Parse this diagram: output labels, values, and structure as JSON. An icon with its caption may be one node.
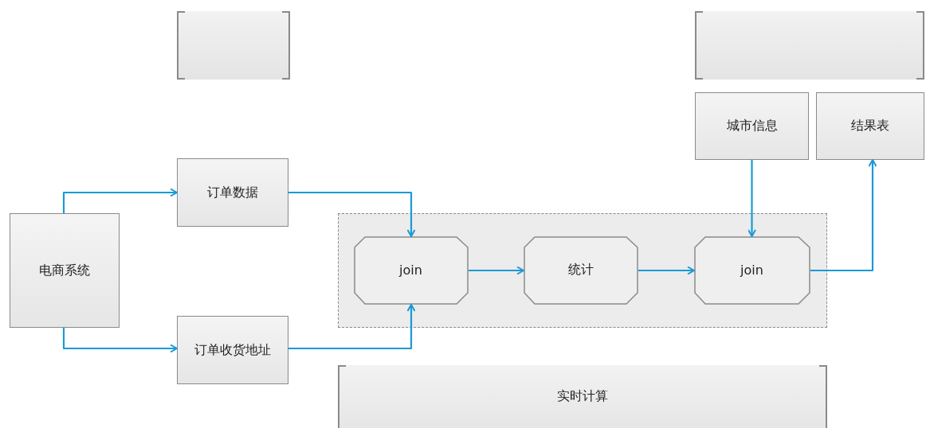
{
  "diagram": {
    "nodes": [
      {
        "text": [],
        "shape": "box"
      },
      {
        "text": [],
        "shape": "box"
      },
      {
        "text": [
          "城市信息"
        ]
      },
      {
        "text": [
          "结果表"
        ]
      },
      {
        "text": [
          "订单数据"
        ]
      },
      {
        "text": [
          "电商系统"
        ]
      },
      {
        "text": [],
        "shape": "box"
      },
      {
        "text": [
          "join"
        ],
        "in": 6
      },
      {
        "text": [
          "统计"
        ],
        "in": 6
      },
      {
        "text": [
          "join"
        ],
        "in": 6
      },
      {
        "text": [
          "订单收货地址"
        ]
      },
      {
        "text": [
          "实时计算"
        ]
      }
    ],
    "edges": [
      {
        "from": 5,
        "to": 4,
        "arrow": "to"
      },
      {
        "from": 5,
        "to": 10,
        "arrow": "to"
      },
      {
        "from": 4,
        "to": 7,
        "arrow": "to"
      },
      {
        "from": 10,
        "to": 7,
        "arrow": "to"
      },
      {
        "from": 7,
        "to": 8,
        "arrow": "to"
      },
      {
        "from": 8,
        "to": 9,
        "arrow": "to"
      },
      {
        "from": 2,
        "to": 9,
        "arrow": "to"
      },
      {
        "from": 9,
        "to": 3,
        "arrow": "to"
      }
    ]
  }
}
